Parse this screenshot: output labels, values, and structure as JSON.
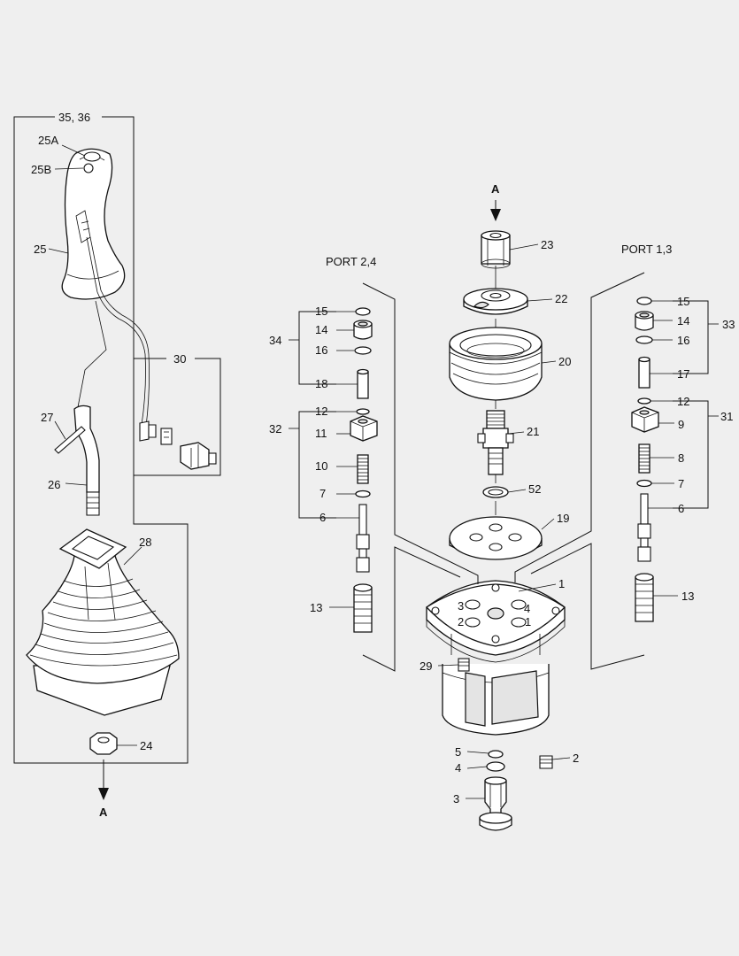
{
  "diagram": {
    "labels": {
      "l35_36": "35, 36",
      "l25A": "25A",
      "l25B": "25B",
      "l25": "25",
      "l30": "30",
      "l27": "27",
      "l26": "26",
      "l28": "28",
      "l24": "24",
      "arrowA_bottom": "A",
      "arrowA_top": "A",
      "port24": "PORT 2,4",
      "port13": "PORT 1,3",
      "l23": "23",
      "l22": "22",
      "l20": "20",
      "l21": "21",
      "l52": "52",
      "l19": "19",
      "l1": "1",
      "n3": "3",
      "n4": "4",
      "n2": "2",
      "n1": "1",
      "l29": "29",
      "l5": "5",
      "l4": "4",
      "l3": "3",
      "l2": "2",
      "L15": "15",
      "L14": "14",
      "L34": "34",
      "L16": "16",
      "L18": "18",
      "L12": "12",
      "L32": "32",
      "L11": "11",
      "L10": "10",
      "L7": "7",
      "L6": "6",
      "L13": "13",
      "R15": "15",
      "R14": "14",
      "R33": "33",
      "R16": "16",
      "R17": "17",
      "R12": "12",
      "R31": "31",
      "R9": "9",
      "R8": "8",
      "R7": "7",
      "R6": "6",
      "R13": "13"
    }
  }
}
